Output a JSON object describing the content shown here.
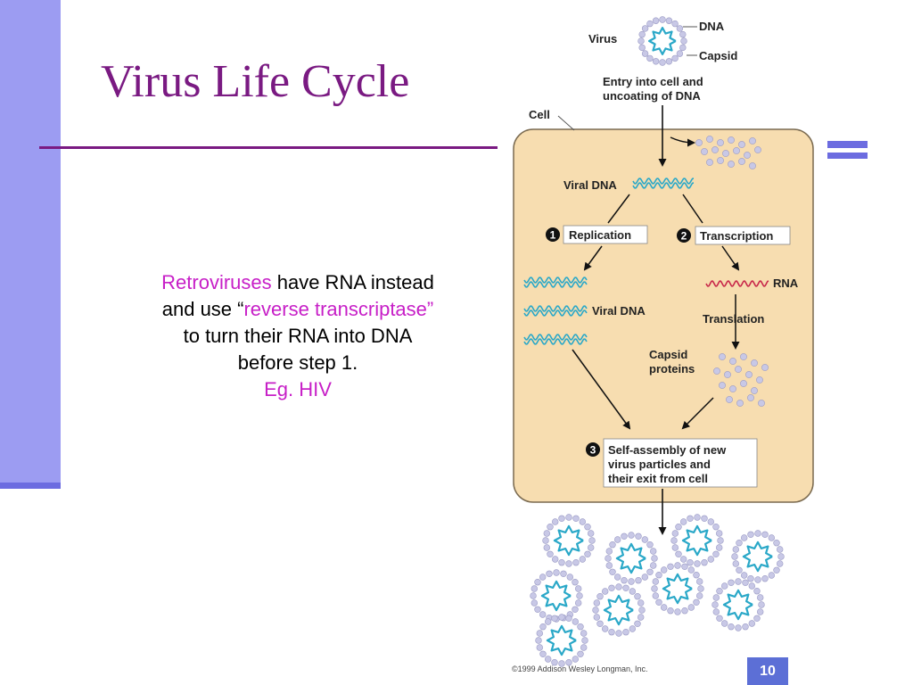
{
  "slide": {
    "title": "Virus Life Cycle",
    "page_number": "10"
  },
  "body": {
    "line1_pink": "Retroviruses",
    "line1_rest": " have RNA instead",
    "line2_start": "and use “",
    "line2_pink": "reverse transcriptase”",
    "line3": "to turn their RNA into DNA",
    "line4": "before step 1.",
    "line5_pink": "Eg. HIV"
  },
  "diagram": {
    "virus_label": "Virus",
    "dna_label": "DNA",
    "capsid_label": "Capsid",
    "entry_line1": "Entry into cell and",
    "entry_line2": "uncoating of DNA",
    "cell_label": "Cell",
    "viral_dna_top": "Viral DNA",
    "step1_number": "1",
    "step1_label": "Replication",
    "step2_number": "2",
    "step2_label": "Transcription",
    "rna_label": "RNA",
    "viral_dna_left": "Viral DNA",
    "translation_label": "Translation",
    "capsid_proteins_line1": "Capsid",
    "capsid_proteins_line2": "proteins",
    "step3_number": "3",
    "step3_line1": "Self-assembly of new",
    "step3_line2": "virus particles and",
    "step3_line3": "their exit from cell",
    "copyright": "©1999 Addison Wesley Longman, Inc."
  },
  "colors": {
    "title": "#7a1a82",
    "accent_pink": "#c71fc7",
    "left_bar": "#9c9cf2",
    "cell_fill": "#f7ddb0",
    "capsid_dot": "#c8c8e6",
    "dna_strand": "#2aa8c8",
    "rna_strand": "#c8284a",
    "page_badge": "#5c6fd6"
  }
}
